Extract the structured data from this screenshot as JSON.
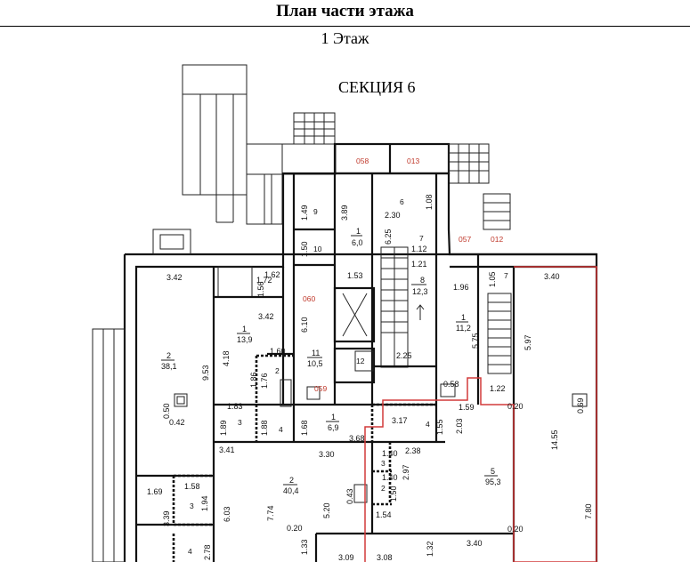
{
  "header": {
    "title": "План части этажа"
  },
  "floor": {
    "label": "1 Этаж"
  },
  "section": {
    "label": "СЕКЦИЯ 6"
  },
  "rooms": [
    {
      "num": "2",
      "area": "38,1"
    },
    {
      "num": "1",
      "area": "13,9"
    },
    {
      "num": "1",
      "area": "6,0"
    },
    {
      "num": "11",
      "area": "10,5"
    },
    {
      "num": "1",
      "area": "6,9"
    },
    {
      "num": "8",
      "area": "12,3"
    },
    {
      "num": "1",
      "area": "11,2"
    },
    {
      "num": "2",
      "area": "40,4"
    },
    {
      "num": "5",
      "area": "95,3"
    }
  ],
  "small_rooms": [
    "9",
    "10",
    "6",
    "7",
    "2",
    "3",
    "4",
    "12",
    "7",
    "3",
    "2",
    "4",
    "3",
    "4"
  ],
  "unit_codes": [
    "058",
    "013",
    "057",
    "012",
    "060",
    "059"
  ],
  "dimensions": [
    "3.42",
    "1.62",
    "1.56",
    "1.72",
    "3.42",
    "1.53",
    "1.96",
    "1.05",
    "3.40",
    "1.49",
    "3.89",
    "1.08",
    "2.30",
    "1.50",
    "6.25",
    "1.12",
    "1.21",
    "6.10",
    "2.25",
    "5.75",
    "5.97",
    "9.53",
    "4.18",
    "1.86",
    "1.76",
    "1.60",
    "0.50",
    "0.42",
    "1.83",
    "1.89",
    "1.88",
    "1.68",
    "3.68",
    "3.17",
    "1.55",
    "2.03",
    "1.59",
    "0.58",
    "1.22",
    "0.20",
    "0.69",
    "14.55",
    "3.41",
    "3.30",
    "1.40",
    "2.38",
    "2.97",
    "1.40",
    "1.50",
    "0.43",
    "1.54",
    "7.74",
    "5.20",
    "6.03",
    "1.58",
    "1.94",
    "1.69",
    "3.39",
    "0.20",
    "1.33",
    "3.09",
    "3.08",
    "1.32",
    "3.40",
    "0.20",
    "7.80",
    "2.78"
  ]
}
